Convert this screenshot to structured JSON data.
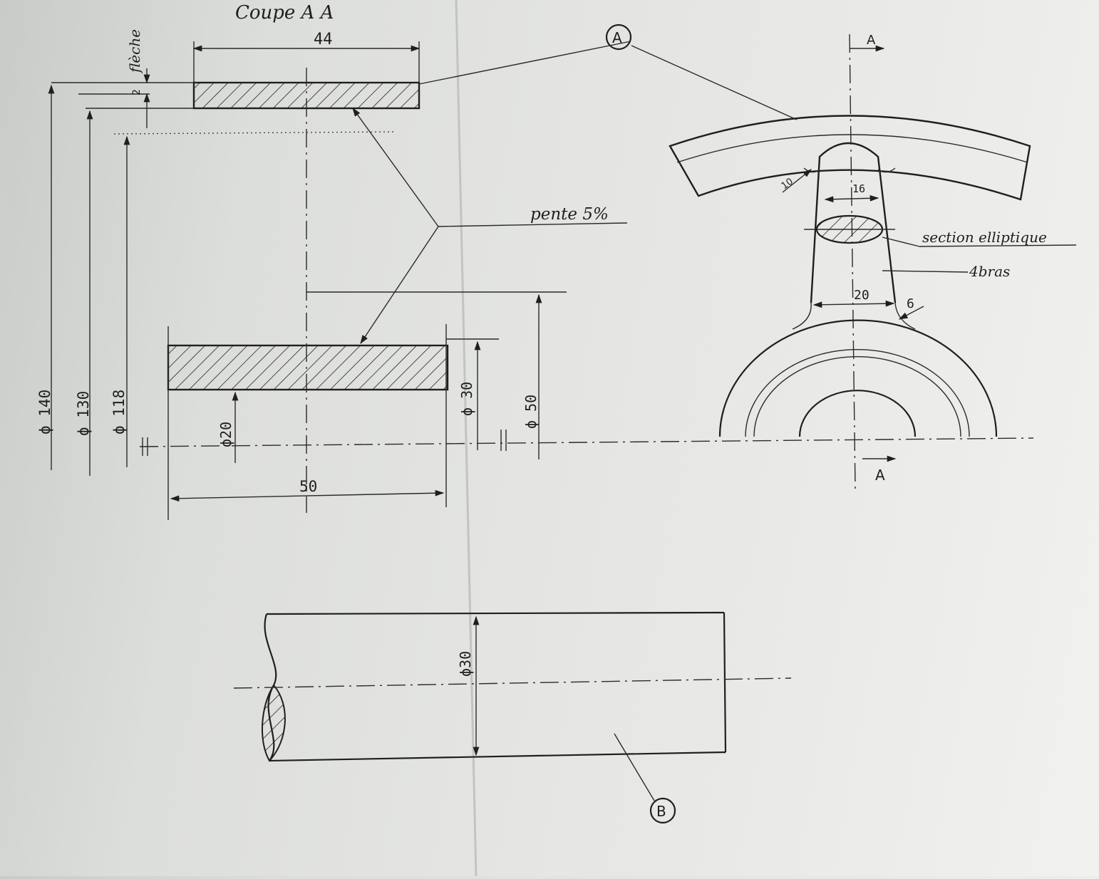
{
  "section_view": {
    "title": "Coupe A A",
    "dim_rim_width": "44",
    "dim_arrow_label": "flèche",
    "dim_arrow_value": "2",
    "slope_label": "pente 5%",
    "dia_140": "ϕ 140",
    "dia_130": "ϕ 130",
    "dia_118": "ϕ 118",
    "dia_20": "ϕ20",
    "dia_30": "ϕ 30",
    "dia_50": "ϕ 50",
    "dim_hub_length": "50"
  },
  "front_view": {
    "marker_a": "A",
    "section_mark_top": "A",
    "section_mark_bottom": "A",
    "dim_arm_top": "16",
    "dim_arm_bottom": "20",
    "dim_fillet_top": "10",
    "dim_fillet_bottom": "6",
    "label_section": "section elliptique",
    "label_arms": "4bras"
  },
  "shaft_view": {
    "dia_30": "ϕ30",
    "marker_b": "B"
  }
}
